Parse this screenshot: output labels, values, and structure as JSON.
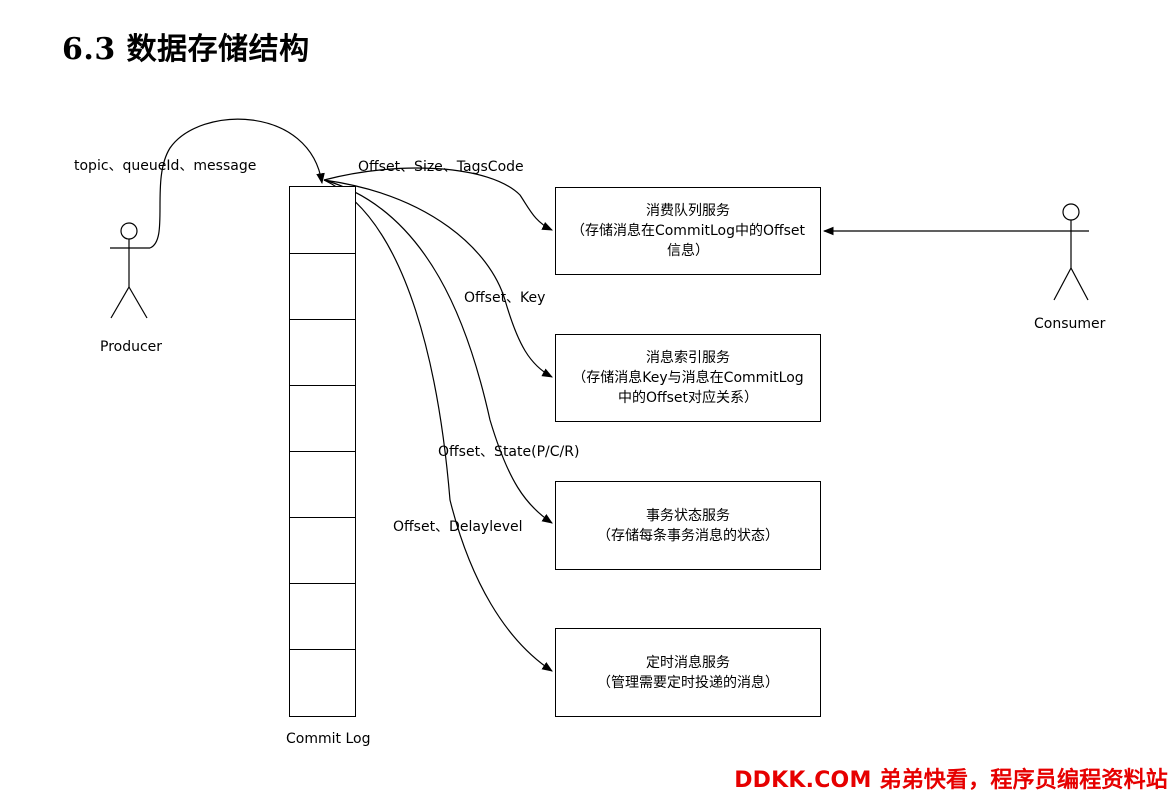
{
  "title": "6.3 数据存储结构",
  "actors": {
    "producer": "Producer",
    "consumer": "Consumer"
  },
  "commit_log": {
    "label": "Commit Log",
    "cell_count": 8
  },
  "edge_labels": {
    "producer_to_log": "topic、queueId、message",
    "to_consume_queue": "Offset、Size、TagsCode",
    "to_index": "Offset、Key",
    "to_transaction": "Offset、State(P/C/R)",
    "to_schedule": "Offset、Delaylevel"
  },
  "services": [
    {
      "title": "消费队列服务",
      "desc1": "（存储消息在CommitLog中的Offset",
      "desc2": "信息）"
    },
    {
      "title": "消息索引服务",
      "desc1": "（存储消息Key与消息在CommitLog",
      "desc2": "中的Offset对应关系）"
    },
    {
      "title": "事务状态服务",
      "desc1": "（存储每条事务消息的状态）",
      "desc2": ""
    },
    {
      "title": "定时消息服务",
      "desc1": "（管理需要定时投递的消息）",
      "desc2": ""
    }
  ],
  "watermark": "DDKK.COM 弟弟快看，程序员编程资料站"
}
